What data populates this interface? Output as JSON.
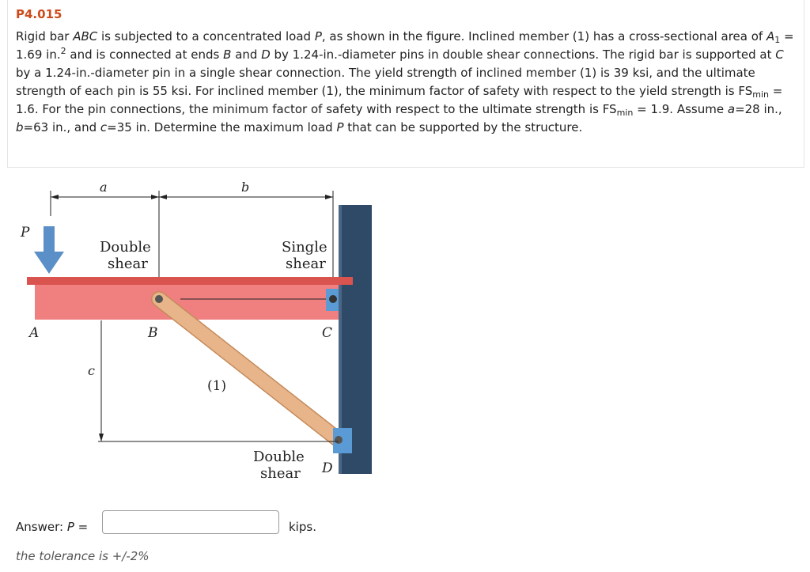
{
  "problem": {
    "id": "P4.015",
    "statement": {
      "s1": "Rigid bar ",
      "s2": "ABC",
      "s3": " is subjected to a concentrated load ",
      "s4": "P",
      "s5": ", as shown in the figure. Inclined member (1) has a cross-sectional area of ",
      "s6": "A",
      "s7": "1",
      "s8": " = 1.69 in.",
      "s9": "2",
      "s10": " and is connected at ends ",
      "s11": "B",
      "s12": " and ",
      "s13": "D",
      "s14": " by 1.24-in.-diameter pins in double shear connections. The rigid bar is supported at ",
      "s15": "C",
      "s16": " by a 1.24-in.-diameter pin in a single shear connection. The yield strength of inclined member (1) is 39 ksi, and the ultimate strength of each pin is 55 ksi. For inclined member (1), the minimum factor of safety with respect to the yield strength is FS",
      "s17": "min",
      "s18": " = 1.6. For the pin connections, the minimum factor of safety with respect to the ultimate strength is FS",
      "s19": "min",
      "s20": " = 1.9. Assume ",
      "s21": "a",
      "s22": "=28 in., ",
      "s23": "b",
      "s24": "=63 in., and ",
      "s25": "c",
      "s26": "=35 in. Determine the maximum load ",
      "s27": "P",
      "s28": " that can be supported by the structure."
    }
  },
  "figure": {
    "labels": {
      "a": "a",
      "b": "b",
      "c": "c",
      "P": "P",
      "A": "A",
      "B": "B",
      "C": "C",
      "D": "D",
      "member": "(1)",
      "double_shear_top_1": "Double",
      "double_shear_top_2": "shear",
      "single_shear_1": "Single",
      "single_shear_2": "shear",
      "double_shear_bottom_1": "Double",
      "double_shear_bottom_2": "shear"
    },
    "colors": {
      "rigid_bar": "#f08080",
      "rigid_bar_top": "#d9534f",
      "member": "#e8b48a",
      "wall": "#2f4a66",
      "bracket": "#5b9bd5",
      "load_arrow": "#5b8fc7"
    }
  },
  "answer": {
    "label_prefix": "Answer: ",
    "label_var": "P",
    "label_suffix": " =",
    "value": "",
    "unit": "kips."
  },
  "tolerance": "the tolerance is +/-2%"
}
